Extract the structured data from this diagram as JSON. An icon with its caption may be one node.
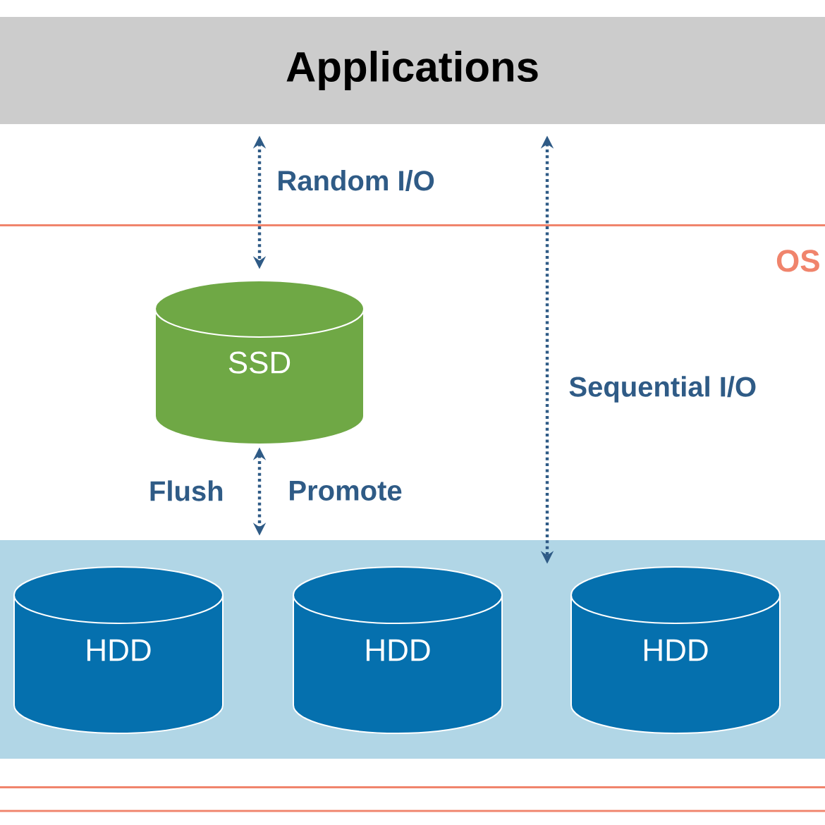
{
  "diagram": {
    "nodes": [
      {
        "text": [
          "Applications"
        ]
      },
      {
        "text": [
          "OS"
        ]
      },
      {
        "text": [
          "SSD"
        ],
        "in": 1
      },
      {
        "text": [],
        "shape": "box",
        "in": 1
      },
      {
        "text": [
          "HDD"
        ],
        "in": 3
      },
      {
        "text": [
          "HDD"
        ],
        "in": 3
      },
      {
        "text": [
          "HDD"
        ],
        "in": 3
      }
    ],
    "edges": [
      {
        "from": 0,
        "to": 2,
        "arrow": "both",
        "label": "Random I/O"
      },
      {
        "from": 0,
        "to": 3,
        "arrow": "both",
        "label": "Sequential I/O"
      },
      {
        "from": 2,
        "to": 3,
        "arrow": "both",
        "label": "Flush"
      }
    ],
    "labels": [
      "Promote"
    ]
  }
}
